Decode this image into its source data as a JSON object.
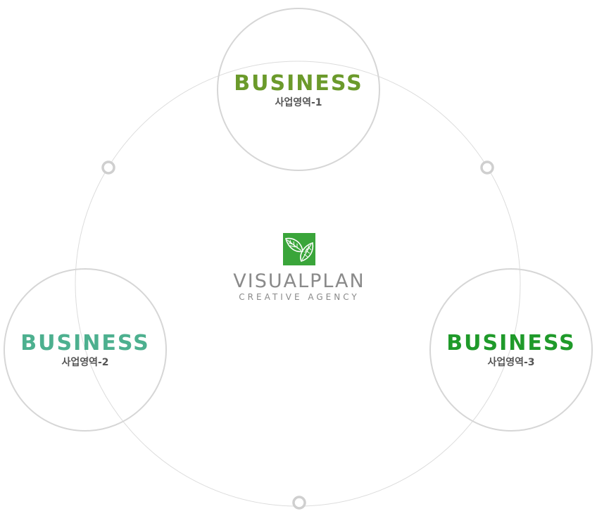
{
  "nodes": [
    {
      "heading": "BUSINESS",
      "subtitle": "사업영역-1",
      "color": "#6b9a2b"
    },
    {
      "heading": "BUSINESS",
      "subtitle": "사업영역-2",
      "color": "#4db08f"
    },
    {
      "heading": "BUSINESS",
      "subtitle": "사업영역-3",
      "color": "#1f9a2a"
    }
  ],
  "logo": {
    "icon": "leaf-icon",
    "name": "VISUALPLAN",
    "tagline": "CREATIVE AGENCY",
    "mark_color": "#3aa53a"
  },
  "colors": {
    "ring": "#dcdcdc",
    "node_border": "#d6d6d6",
    "connector_dot": "#cfcfcf",
    "subtitle": "#555555",
    "logo_text": "#8a8a8a"
  }
}
